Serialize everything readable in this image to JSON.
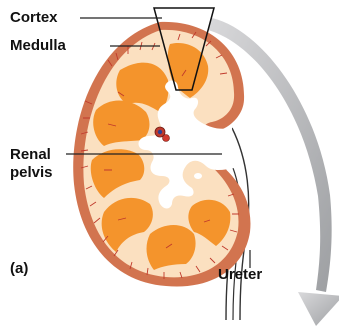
{
  "labels": {
    "cortex": "Cortex",
    "medulla": "Medulla",
    "renal_pelvis_line1": "Renal",
    "renal_pelvis_line2": "pelvis",
    "ureter": "Ureter",
    "panel": "(a)"
  },
  "colors": {
    "capsule": "#d2744f",
    "cortex": "#fbe0c0",
    "medulla": "#f4942c",
    "pelvis": "#ffffff",
    "outline": "#333333",
    "vessel": "#c0392b",
    "arrow": "#a7a9ac",
    "leader": "#222222"
  }
}
